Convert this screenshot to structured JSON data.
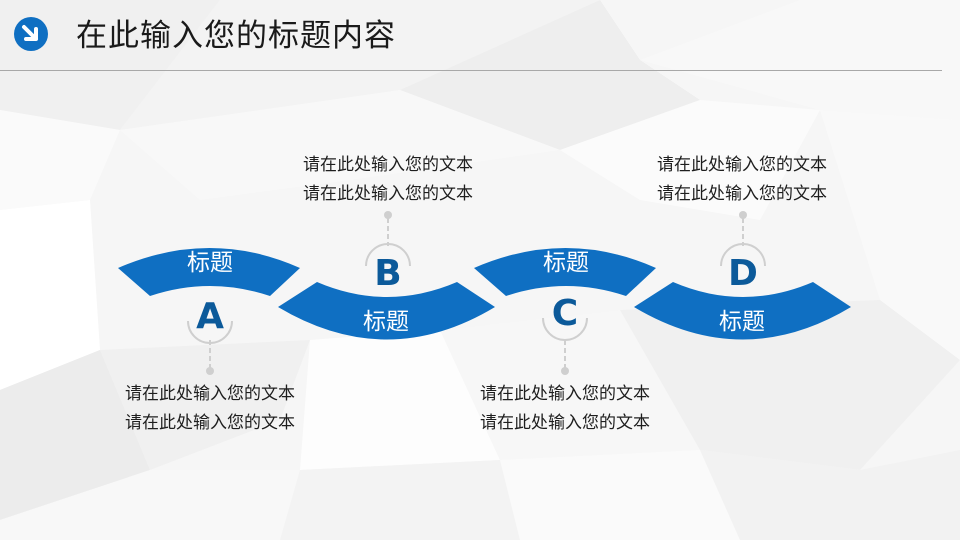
{
  "header": {
    "title": "在此输入您的标题内容",
    "icon": "arrow-down-right-circle-icon",
    "accent_color": "#0f6fc2"
  },
  "steps": [
    {
      "letter": "A",
      "title": "标题",
      "text_lines": [
        "请在此处输入您的文本",
        "请在此处输入您的文本"
      ],
      "text_position": "below"
    },
    {
      "letter": "B",
      "title": "标题",
      "text_lines": [
        "请在此处输入您的文本",
        "请在此处输入您的文本"
      ],
      "text_position": "above"
    },
    {
      "letter": "C",
      "title": "标题",
      "text_lines": [
        "请在此处输入您的文本",
        "请在此处输入您的文本"
      ],
      "text_position": "below"
    },
    {
      "letter": "D",
      "title": "标题",
      "text_lines": [
        "请在此处输入您的文本",
        "请在此处输入您的文本"
      ],
      "text_position": "above"
    }
  ],
  "colors": {
    "arc_fill": "#0f6fc2",
    "letter": "#0c5a9a",
    "connector": "#c8c8c8",
    "divider": "#a8a8a8"
  }
}
